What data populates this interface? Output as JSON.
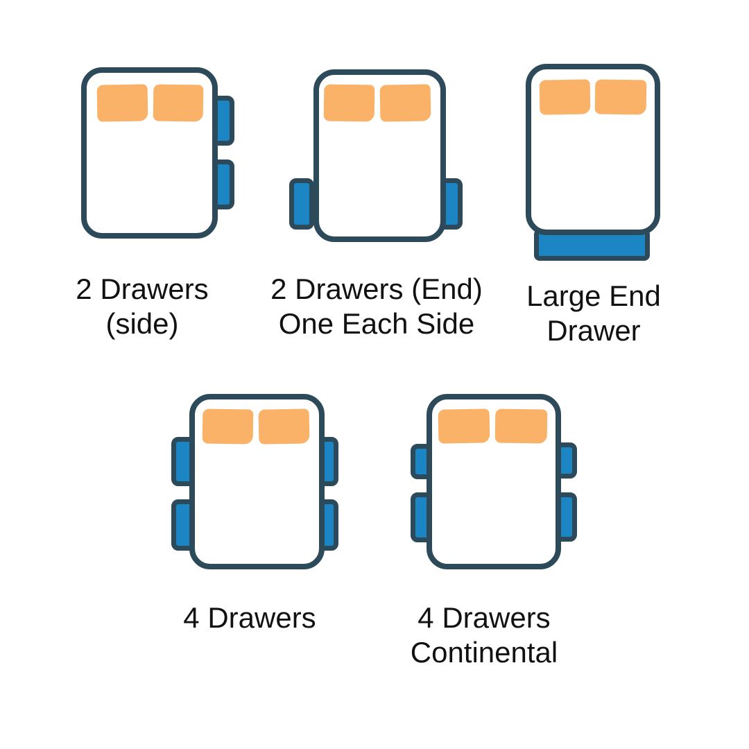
{
  "colors": {
    "outline": "#2d4a5a",
    "drawer": "#1b86c3",
    "pillow": "#f9b268",
    "text": "#111111",
    "background": "#ffffff"
  },
  "beds": [
    {
      "id": "2-drawers-side",
      "label_lines": [
        "2 Drawers",
        "(side)"
      ],
      "drawer_count": 2,
      "drawer_layout": "two-on-right-side",
      "pillow_count": 2
    },
    {
      "id": "2-drawers-end-one-each-side",
      "label_lines": [
        "2 Drawers (End)",
        "One Each Side"
      ],
      "drawer_count": 2,
      "drawer_layout": "one-each-side-near-end",
      "pillow_count": 2
    },
    {
      "id": "large-end-drawer",
      "label_lines": [
        "Large End",
        "Drawer"
      ],
      "drawer_count": 1,
      "drawer_layout": "large-drawer-at-foot-end",
      "pillow_count": 2
    },
    {
      "id": "4-drawers",
      "label_lines": [
        "4 Drawers"
      ],
      "drawer_count": 4,
      "drawer_layout": "two-each-side",
      "pillow_count": 2
    },
    {
      "id": "4-drawers-continental",
      "label_lines": [
        "4 Drawers",
        "Continental"
      ],
      "drawer_count": 4,
      "drawer_layout": "two-each-side-continental",
      "pillow_count": 2
    }
  ]
}
